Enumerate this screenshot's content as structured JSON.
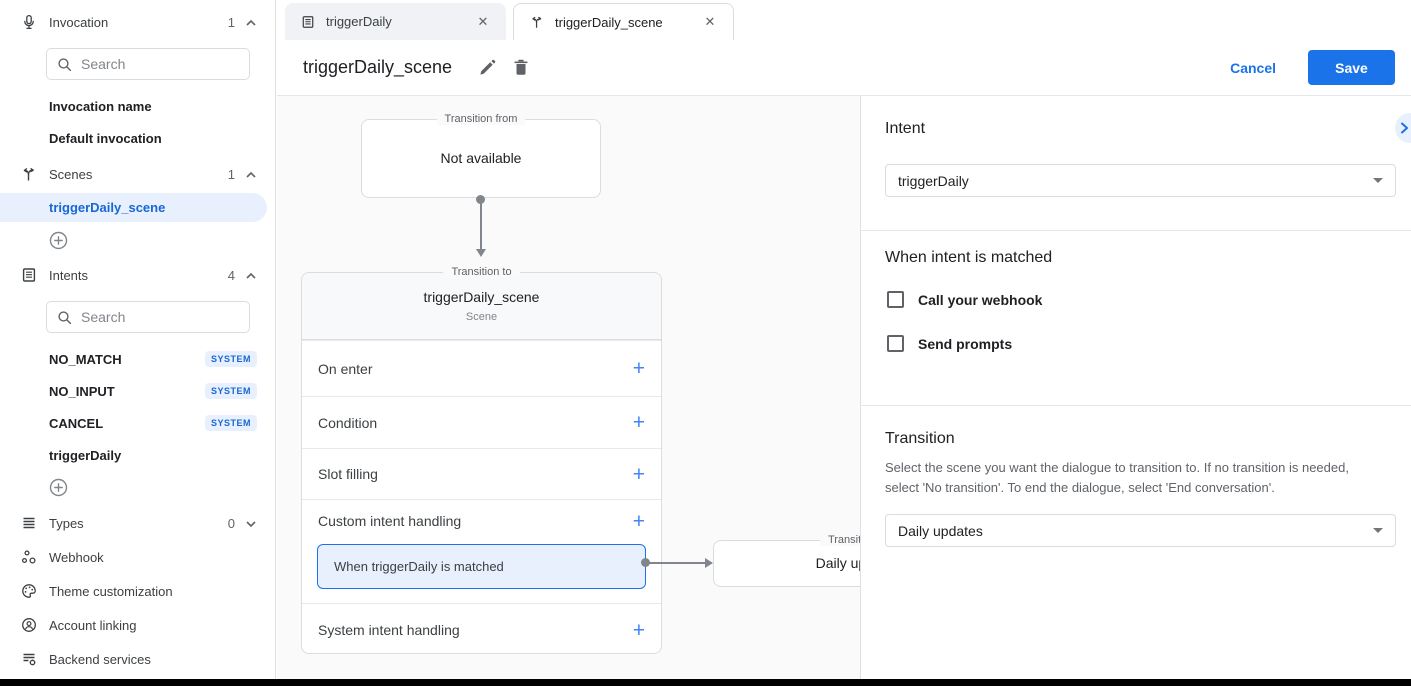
{
  "colors": {
    "accent": "#1a73e8",
    "selection_bg": "#e8f0fe",
    "selection_text": "#1967d2"
  },
  "sidebar": {
    "search_placeholder": "Search",
    "invocation": {
      "label": "Invocation",
      "count": "1"
    },
    "invocation_items": [
      {
        "label": "Invocation name"
      },
      {
        "label": "Default invocation"
      }
    ],
    "scenes": {
      "label": "Scenes",
      "count": "1"
    },
    "scene_items": [
      {
        "label": "triggerDaily_scene"
      }
    ],
    "intents": {
      "label": "Intents",
      "count": "4"
    },
    "intent_items": [
      {
        "label": "NO_MATCH",
        "badge": "SYSTEM"
      },
      {
        "label": "NO_INPUT",
        "badge": "SYSTEM"
      },
      {
        "label": "CANCEL",
        "badge": "SYSTEM"
      },
      {
        "label": "triggerDaily"
      }
    ],
    "types": {
      "label": "Types",
      "count": "0"
    },
    "webhook": {
      "label": "Webhook"
    },
    "theme": {
      "label": "Theme customization"
    },
    "account": {
      "label": "Account linking"
    },
    "backend": {
      "label": "Backend services"
    }
  },
  "tabs": [
    {
      "label": "triggerDaily"
    },
    {
      "label": "triggerDaily_scene"
    }
  ],
  "header": {
    "title": "triggerDaily_scene",
    "cancel_label": "Cancel",
    "save_label": "Save"
  },
  "canvas": {
    "transition_from": {
      "legend": "Transition from",
      "text": "Not available"
    },
    "scene": {
      "legend": "Transition to",
      "title": "triggerDaily_scene",
      "subtitle": "Scene",
      "rows": [
        {
          "label": "On enter"
        },
        {
          "label": "Condition"
        },
        {
          "label": "Slot filling"
        },
        {
          "label": "Custom intent handling"
        },
        {
          "label": "System intent handling"
        }
      ],
      "active_handler": {
        "label": "When triggerDaily is matched"
      }
    },
    "target": {
      "legend": "Transition to",
      "text": "Daily updates"
    }
  },
  "panel": {
    "intent": {
      "heading": "Intent",
      "value": "triggerDaily"
    },
    "matched": {
      "heading": "When intent is matched",
      "options": [
        {
          "label": "Call your webhook"
        },
        {
          "label": "Send prompts"
        }
      ]
    },
    "transition": {
      "heading": "Transition",
      "description": "Select the scene you want the dialogue to transition to. If no transition is needed, select 'No transition'. To end the dialogue, select 'End conversation'.",
      "value": "Daily updates"
    }
  }
}
